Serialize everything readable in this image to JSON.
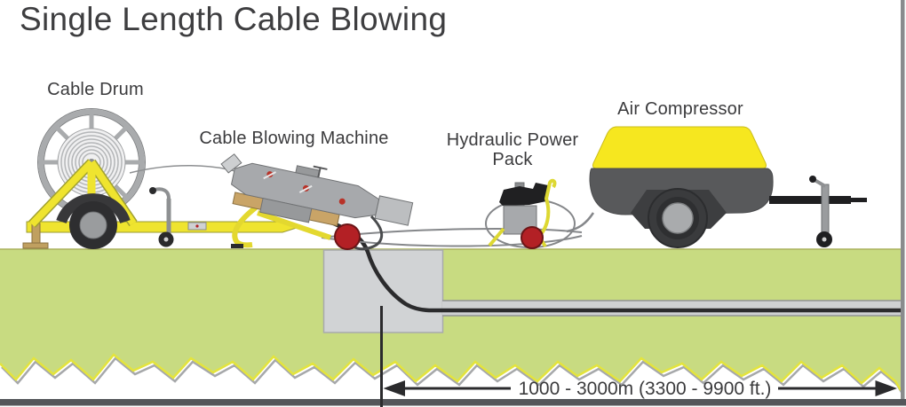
{
  "title": "Single Length Cable Blowing",
  "diagram": {
    "labels": {
      "cable_drum": "Cable Drum",
      "cable_blowing_machine": "Cable Blowing Machine",
      "hydraulic_power_pack": "Hydraulic Power Pack",
      "air_compressor": "Air Compressor"
    },
    "dimension": {
      "distance_label": "1000 - 3000m (3300 - 9900 ft.)"
    },
    "colors": {
      "equipment_yellow": "#f6e71f",
      "trailer_yellow": "#efe42f",
      "earth_green": "#c8db81",
      "machine_gray": "#a7a9ac",
      "compressor_body_gray": "#58595b",
      "wheel_red": "#b32025",
      "cable_black": "#2b2b2d",
      "pit_gray": "#d1d3d5",
      "text_dark": "#3b3b3d"
    }
  }
}
